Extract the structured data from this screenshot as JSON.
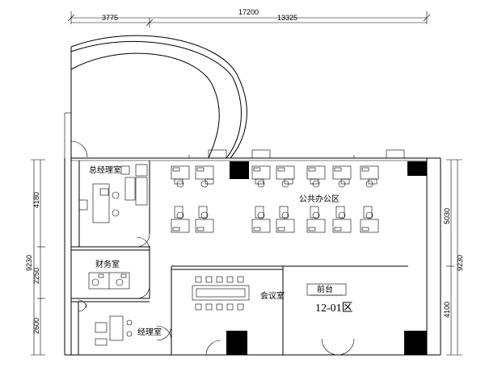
{
  "dimensions": {
    "top_total": "17200",
    "top_left": "3775",
    "top_right": "13325",
    "left_1": "4180",
    "left_2": "2250",
    "left_3": "2600",
    "left_total": "9230",
    "right_1": "5030",
    "right_2": "4100",
    "right_total": "9230"
  },
  "rooms": {
    "general_manager": "总经理室",
    "finance": "财务室",
    "manager": "经理室",
    "open_office": "公共办公区",
    "meeting": "会议室",
    "reception": "前台",
    "zone": "12-01区"
  }
}
